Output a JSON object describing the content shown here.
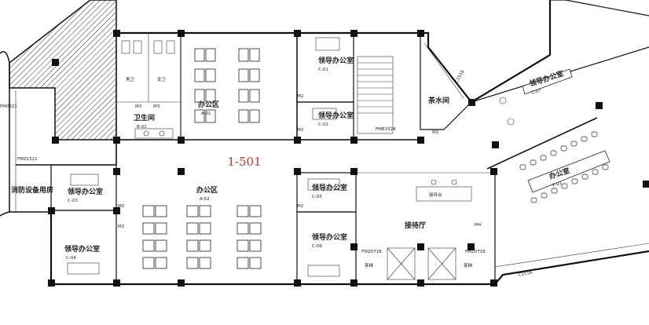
{
  "unit_number": "1-501",
  "rooms": {
    "toilet_male": "男卫",
    "toilet_female": "女卫",
    "toilet_block": "卫生间",
    "toilet_code": "B-01",
    "office_a01": "办公区",
    "office_a01_code": "A-01",
    "office_a02": "办公区",
    "office_a02_code": "A-02",
    "leader_c01": "领导办公室",
    "leader_c01_code": "C-01",
    "leader_c02": "领导办公室",
    "leader_c02_code": "C-02",
    "leader_c03": "领导办公室",
    "leader_c03_code": "C-03",
    "leader_c04": "领导办公室",
    "leader_c04_code": "C-04",
    "leader_c05": "领导办公室",
    "leader_c05_code": "C-05",
    "leader_c06": "领导办公室",
    "leader_c06_code": "C-06",
    "leader_c07": "领导办公室",
    "leader_c07_code": "C-07",
    "meeting": "办公室",
    "meeting_code": "F-01",
    "tea_room": "茶水间",
    "reception": "接待厅",
    "reception_desk": "接待台",
    "fire_room": "消防设备用房",
    "elevator_left": "客梯",
    "elevator_right": "客梯"
  },
  "tags": {
    "fmz": "FMZ1521",
    "fmz0821": "FM0821",
    "fmb": "FMB1524",
    "c1516_top": "C1516",
    "c1516_bot": "C1516",
    "m3a": "M3",
    "m3b": "M3",
    "m2a": "M2",
    "m2b": "M2",
    "m2c": "M2",
    "m2d": "M2",
    "m2e": "M2",
    "m2f": "M2",
    "m4": "M4",
    "fm_el_l": "FMZ0718",
    "fm_el_r": "FMZ0718"
  },
  "colors": {
    "unit_label": "#c0392b",
    "wall": "#111111"
  }
}
